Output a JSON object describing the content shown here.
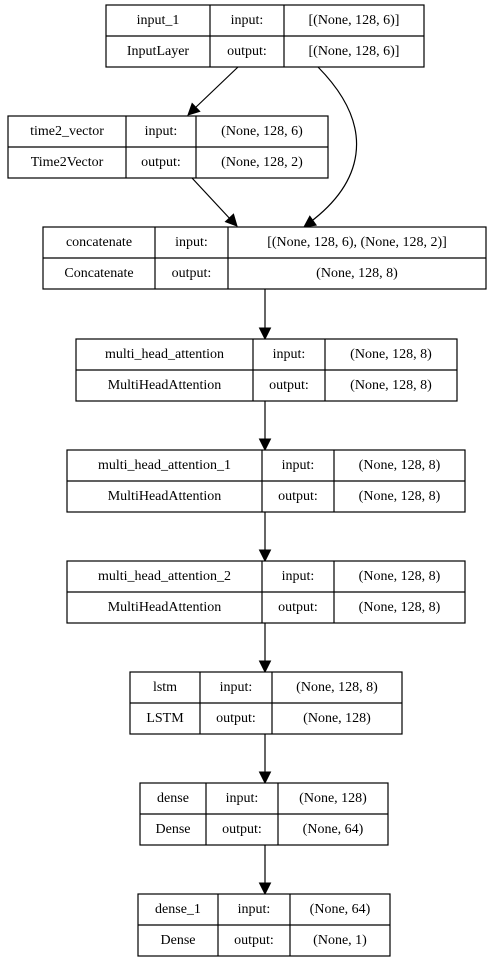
{
  "layers": [
    {
      "name": "input_1",
      "type": "InputLayer",
      "input_label": "input:",
      "output_label": "output:",
      "input_shape": "[(None, 128, 6)]",
      "output_shape": "[(None, 128, 6)]"
    },
    {
      "name": "time2_vector",
      "type": "Time2Vector",
      "input_label": "input:",
      "output_label": "output:",
      "input_shape": "(None, 128, 6)",
      "output_shape": "(None, 128, 2)"
    },
    {
      "name": "concatenate",
      "type": "Concatenate",
      "input_label": "input:",
      "output_label": "output:",
      "input_shape": "[(None, 128, 6), (None, 128, 2)]",
      "output_shape": "(None, 128, 8)"
    },
    {
      "name": "multi_head_attention",
      "type": "MultiHeadAttention",
      "input_label": "input:",
      "output_label": "output:",
      "input_shape": "(None, 128, 8)",
      "output_shape": "(None, 128, 8)"
    },
    {
      "name": "multi_head_attention_1",
      "type": "MultiHeadAttention",
      "input_label": "input:",
      "output_label": "output:",
      "input_shape": "(None, 128, 8)",
      "output_shape": "(None, 128, 8)"
    },
    {
      "name": "multi_head_attention_2",
      "type": "MultiHeadAttention",
      "input_label": "input:",
      "output_label": "output:",
      "input_shape": "(None, 128, 8)",
      "output_shape": "(None, 128, 8)"
    },
    {
      "name": "lstm",
      "type": "LSTM",
      "input_label": "input:",
      "output_label": "output:",
      "input_shape": "(None, 128, 8)",
      "output_shape": "(None, 128)"
    },
    {
      "name": "dense",
      "type": "Dense",
      "input_label": "input:",
      "output_label": "output:",
      "input_shape": "(None, 128)",
      "output_shape": "(None, 64)"
    },
    {
      "name": "dense_1",
      "type": "Dense",
      "input_label": "input:",
      "output_label": "output:",
      "input_shape": "(None, 64)",
      "output_shape": "(None, 1)"
    }
  ],
  "edges": [
    {
      "from": "input_1",
      "to": "time2_vector"
    },
    {
      "from": "input_1",
      "to": "concatenate"
    },
    {
      "from": "time2_vector",
      "to": "concatenate"
    },
    {
      "from": "concatenate",
      "to": "multi_head_attention"
    },
    {
      "from": "multi_head_attention",
      "to": "multi_head_attention_1"
    },
    {
      "from": "multi_head_attention_1",
      "to": "multi_head_attention_2"
    },
    {
      "from": "multi_head_attention_2",
      "to": "lstm"
    },
    {
      "from": "lstm",
      "to": "dense"
    },
    {
      "from": "dense",
      "to": "dense_1"
    }
  ]
}
